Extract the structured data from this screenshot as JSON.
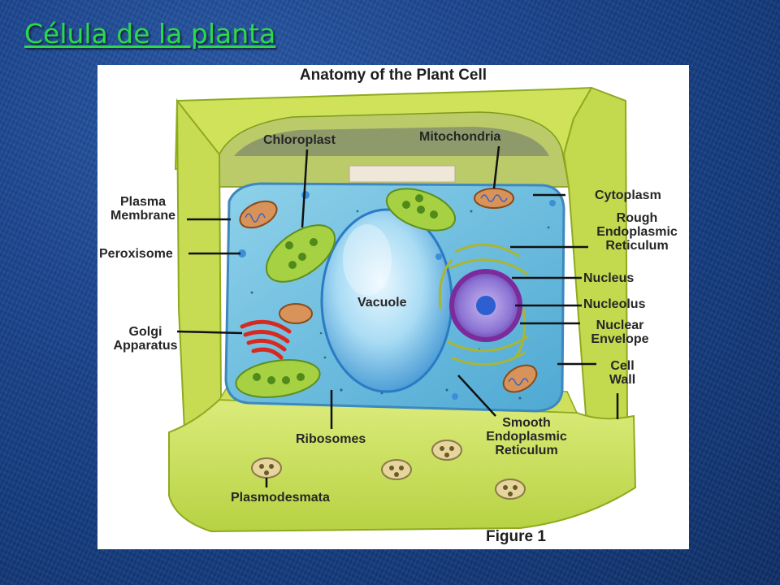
{
  "slide": {
    "title": "Célula de la planta",
    "title_color": "#2cd94a"
  },
  "figure": {
    "title": "Anatomy of the Plant Cell",
    "caption": "Figure 1",
    "labels": {
      "chloroplast": "Chloroplast",
      "mitochondria": "Mitochondria",
      "plasma_membrane": "Plasma\nMembrane",
      "peroxisome": "Peroxisome",
      "cytoplasm": "Cytoplasm",
      "rough_er": "Rough\nEndoplasmic\nReticulum",
      "vacuole": "Vacuole",
      "nucleus": "Nucleus",
      "nucleolus": "Nucleolus",
      "nuclear_envelope": "Nuclear\nEnvelope",
      "golgi": "Golgi\nApparatus",
      "cell_wall": "Cell\nWall",
      "smooth_er": "Smooth\nEndoplasmic\nReticulum",
      "ribosomes": "Ribosomes",
      "plasmodesmata": "Plasmodesmata"
    }
  }
}
